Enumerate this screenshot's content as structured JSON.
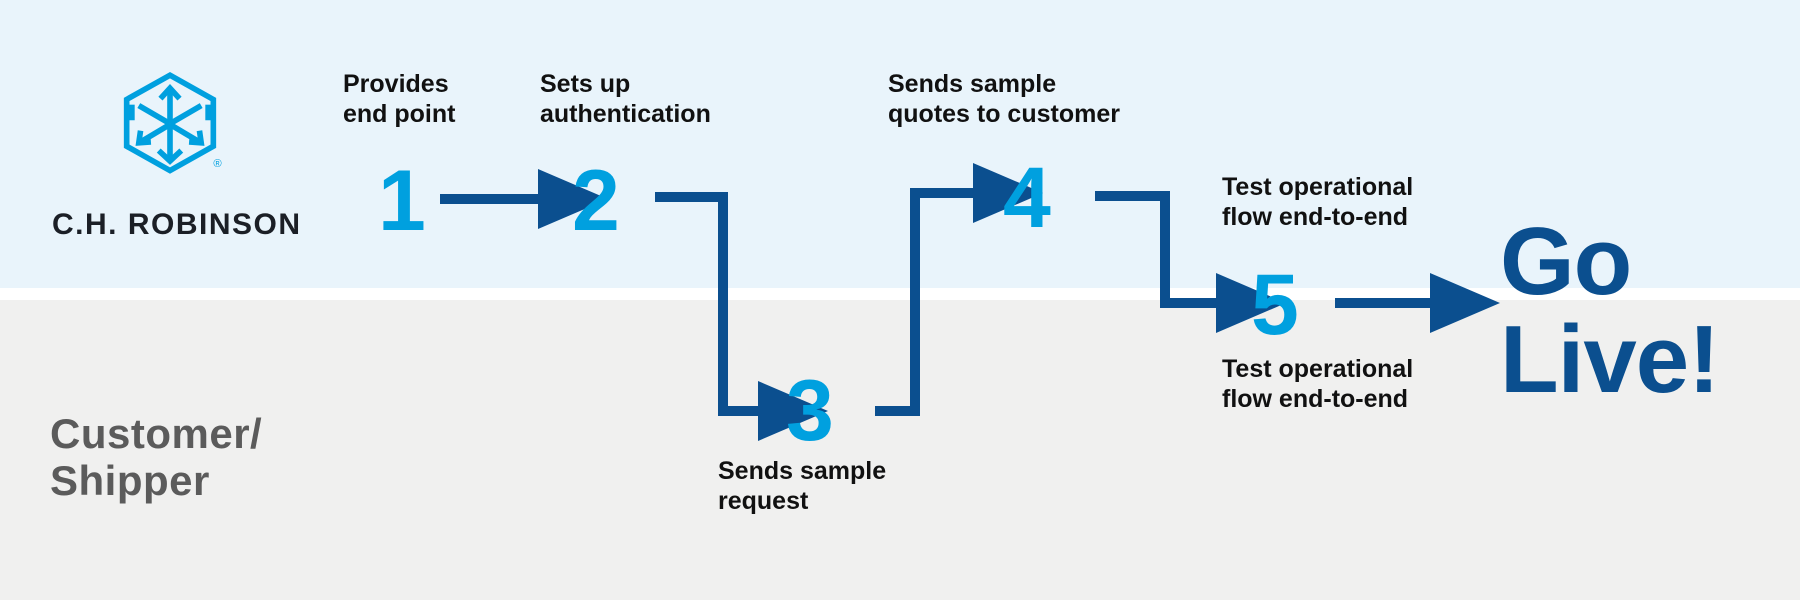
{
  "brand": {
    "logo_icon": "ch-robinson-hexagon-logo",
    "logo_text": "C.H. ROBINSON",
    "logo_color": "#00a0df",
    "registered_mark": "®"
  },
  "lanes": [
    {
      "name": "provider-lane",
      "label": "",
      "background": "#e9f4fb"
    },
    {
      "name": "customer-lane",
      "label": "Customer/\nShipper",
      "background": "#f0f0ef",
      "label_color": "#5b5b5b"
    }
  ],
  "lane_label_customer_line1": "Customer/",
  "lane_label_customer_line2": "Shipper",
  "colors": {
    "number_blue": "#00a0df",
    "arrow_blue": "#0b4f8f",
    "text_black": "#111111",
    "lane_gray": "#5b5b5b",
    "top_band": "#e9f4fb",
    "bottom_band": "#f0f0ef"
  },
  "steps": [
    {
      "number": "1",
      "caption": "Provides\nend point",
      "caption_position": "above",
      "lane": "provider-lane"
    },
    {
      "number": "2",
      "caption": "Sets up\nauthentication",
      "caption_position": "above",
      "lane": "provider-lane"
    },
    {
      "number": "3",
      "caption": "Sends sample\nrequest",
      "caption_position": "below",
      "lane": "customer-lane"
    },
    {
      "number": "4",
      "caption": "Sends sample\nquotes to customer",
      "caption_position": "above",
      "lane": "provider-lane"
    },
    {
      "number": "5",
      "caption_above": "Test operational\nflow end-to-end",
      "caption_below": "Test operational\nflow end-to-end",
      "caption_position": "both",
      "lane": "boundary"
    }
  ],
  "final": {
    "label": "Go\nLive!",
    "color": "#0b4f8f"
  },
  "connectors": [
    {
      "name": "connector-1-to-2",
      "type": "straight-arrow",
      "from": "1",
      "to": "2"
    },
    {
      "name": "connector-2-to-3",
      "type": "elbow-down-arrow",
      "from": "2",
      "to": "3"
    },
    {
      "name": "connector-3-to-4",
      "type": "elbow-up-arrow",
      "from": "3",
      "to": "4"
    },
    {
      "name": "connector-4-to-5",
      "type": "elbow-down-arrow",
      "from": "4",
      "to": "5"
    },
    {
      "name": "connector-5-to-golive",
      "type": "straight-arrow",
      "from": "5",
      "to": "Go Live!"
    }
  ]
}
